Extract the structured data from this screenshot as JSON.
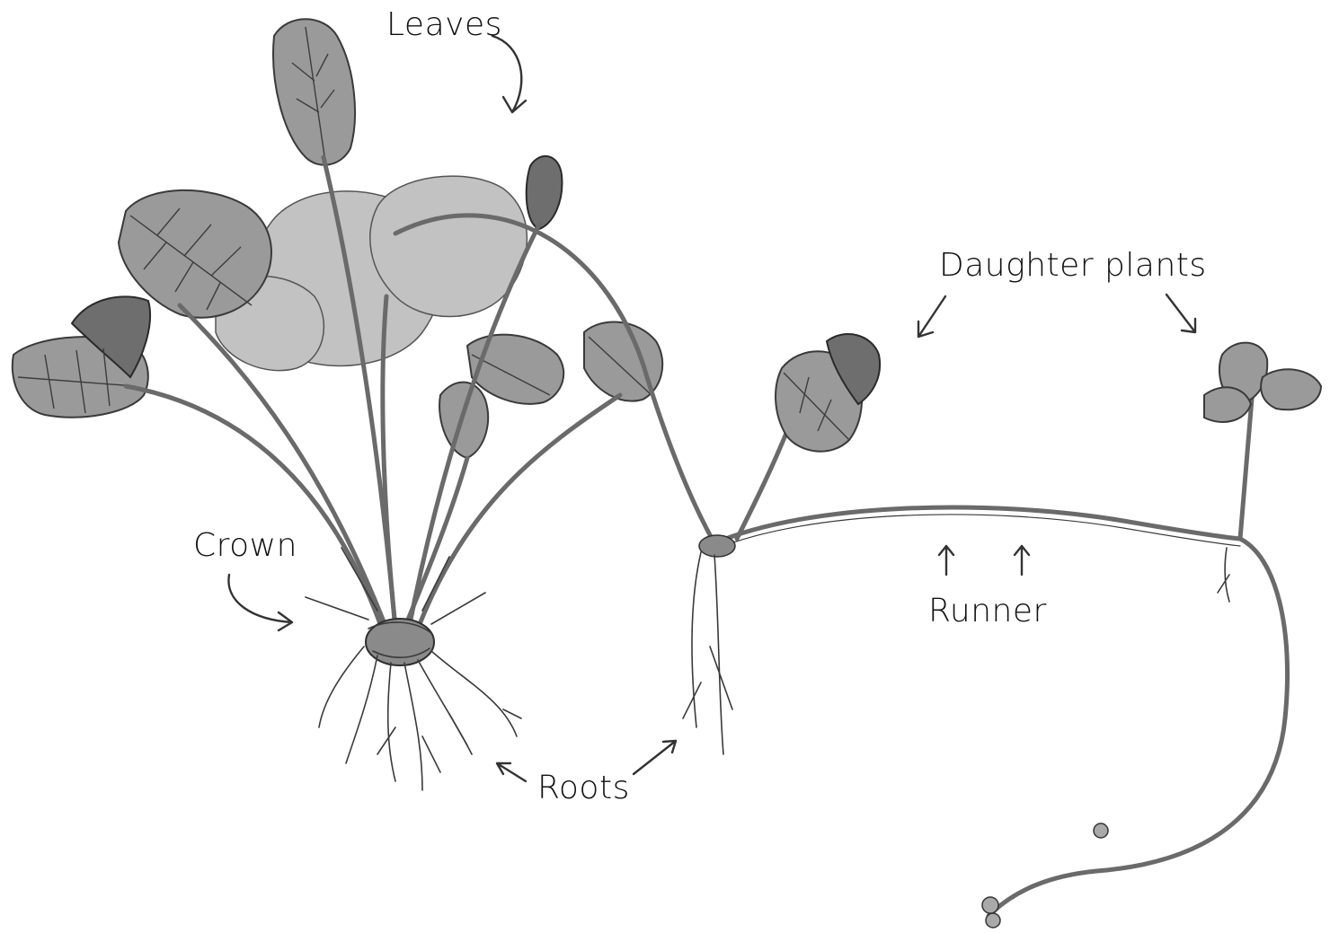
{
  "labels": {
    "leaves": "Leaves",
    "daughter_plants": "Daughter plants",
    "crown": "Crown",
    "runner": "Runner",
    "roots": "Roots"
  },
  "colors": {
    "pencil_dark": "#2a2a2a",
    "pencil_mid": "#6e6e6e",
    "pencil_light": "#c2c2c2",
    "paper": "#ffffff"
  }
}
